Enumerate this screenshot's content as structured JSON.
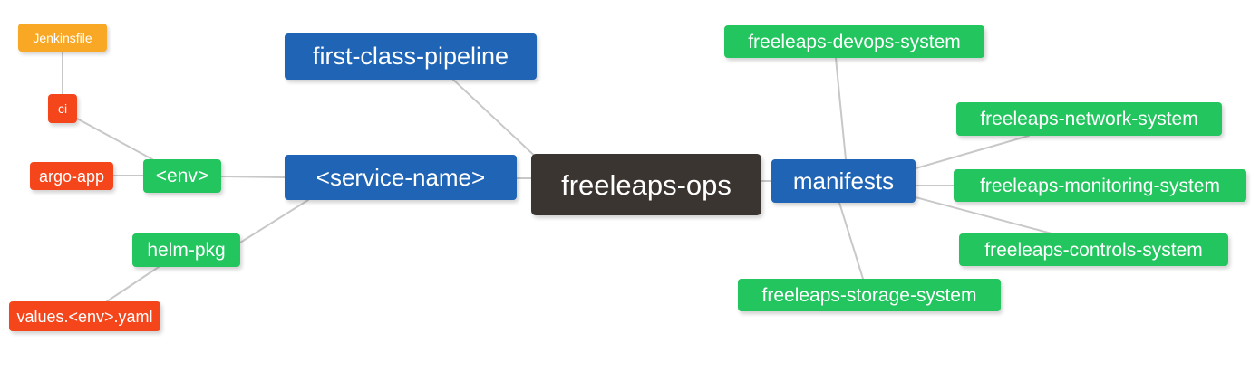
{
  "diagram": {
    "type": "mindmap",
    "root": "freeleaps-ops",
    "background": "#ffffff",
    "edge_color": "#c8c8c8"
  },
  "palette": {
    "root": "#3b3531",
    "blue": "#1f64b5",
    "green": "#22c55e",
    "orange": "#f9a825",
    "red": "#f4451b",
    "edge": "#c8c8c8",
    "text": "#ffffff"
  },
  "nodes": {
    "root": {
      "label": "freeleaps-ops",
      "color": "#3b3531"
    },
    "first_class_pipeline": {
      "label": "first-class-pipeline",
      "color": "#1f64b5"
    },
    "service_name": {
      "label": "<service-name>",
      "color": "#1f64b5"
    },
    "manifests": {
      "label": "manifests",
      "color": "#1f64b5"
    },
    "env": {
      "label": "<env>",
      "color": "#22c55e"
    },
    "helm_pkg": {
      "label": "helm-pkg",
      "color": "#22c55e"
    },
    "jenkinsfile": {
      "label": "Jenkinsfile",
      "color": "#f9a825"
    },
    "ci": {
      "label": "ci",
      "color": "#f4451b"
    },
    "argo_app": {
      "label": "argo-app",
      "color": "#f4451b"
    },
    "values_yaml": {
      "label": "values.<env>.yaml",
      "color": "#f4451b"
    },
    "devops_system": {
      "label": "freeleaps-devops-system",
      "color": "#22c55e"
    },
    "network_system": {
      "label": "freeleaps-network-system",
      "color": "#22c55e"
    },
    "monitoring_system": {
      "label": "freeleaps-monitoring-system",
      "color": "#22c55e"
    },
    "controls_system": {
      "label": "freeleaps-controls-system",
      "color": "#22c55e"
    },
    "storage_system": {
      "label": "freeleaps-storage-system",
      "color": "#22c55e"
    }
  },
  "edges": [
    {
      "from": "root",
      "to": "first_class_pipeline"
    },
    {
      "from": "root",
      "to": "service_name"
    },
    {
      "from": "root",
      "to": "manifests"
    },
    {
      "from": "service_name",
      "to": "env"
    },
    {
      "from": "service_name",
      "to": "helm_pkg"
    },
    {
      "from": "env",
      "to": "ci"
    },
    {
      "from": "env",
      "to": "argo_app"
    },
    {
      "from": "ci",
      "to": "jenkinsfile"
    },
    {
      "from": "helm_pkg",
      "to": "values_yaml"
    },
    {
      "from": "manifests",
      "to": "devops_system"
    },
    {
      "from": "manifests",
      "to": "network_system"
    },
    {
      "from": "manifests",
      "to": "monitoring_system"
    },
    {
      "from": "manifests",
      "to": "controls_system"
    },
    {
      "from": "manifests",
      "to": "storage_system"
    }
  ]
}
